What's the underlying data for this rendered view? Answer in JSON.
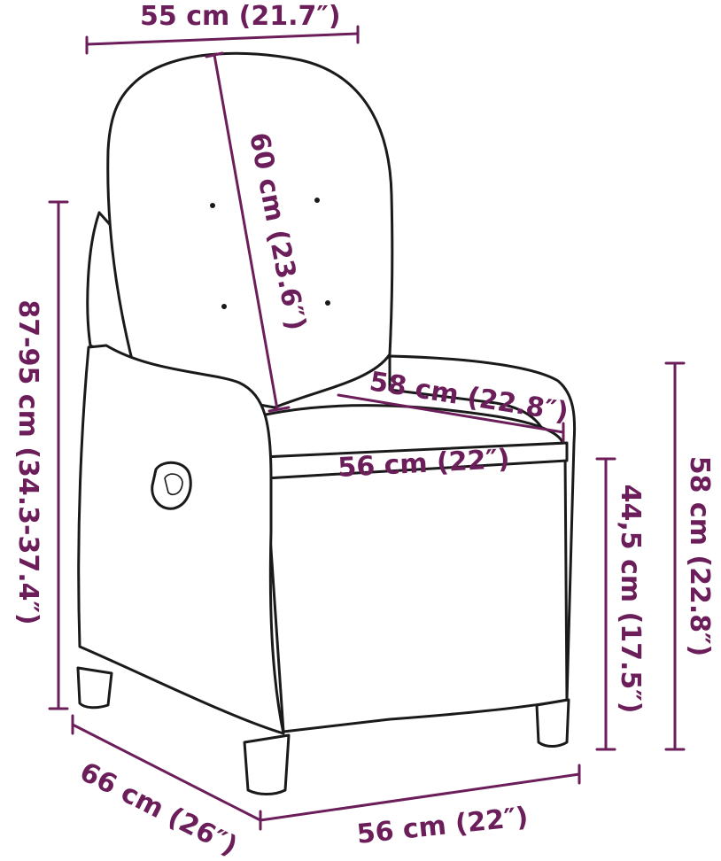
{
  "colors": {
    "dimension": "#6b1e5a",
    "outline": "#1a1a1a",
    "background": "#ffffff"
  },
  "dimensions": {
    "top_width": "55 cm (21.7″)",
    "backrest_height": "60 cm (23.6″)",
    "total_height": "87-95 cm (34.3-37.4″)",
    "seat_depth": "58 cm (22.8″)",
    "seat_width": "56 cm (22″)",
    "seat_height": "44,5 cm (17.5″)",
    "armrest_height": "58 cm (22.8″)",
    "depth": "66 cm (26″)",
    "bottom_width": "56 cm (22″)"
  }
}
